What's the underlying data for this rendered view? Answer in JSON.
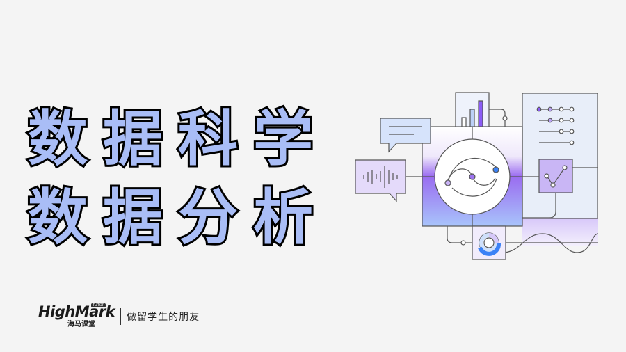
{
  "title": {
    "line1": "数据科学",
    "line2": "数据分析"
  },
  "brand": {
    "name_en": "HighMark",
    "name_cn": "海马课堂",
    "tag": "TUTOR",
    "slogan": "做留学生的朋友"
  },
  "colors": {
    "title_fill": "#a9bdf6",
    "title_stroke": "#000000",
    "accent_purple": "#8b5cf6",
    "accent_blue": "#3b82f6"
  },
  "illustration": {
    "icons": [
      "chat-bubble-icon",
      "audio-wave-icon",
      "bar-chart-icon",
      "slider-list-icon",
      "line-chart-icon",
      "donut-chart-icon",
      "wave-icon",
      "cycle-icon"
    ]
  }
}
